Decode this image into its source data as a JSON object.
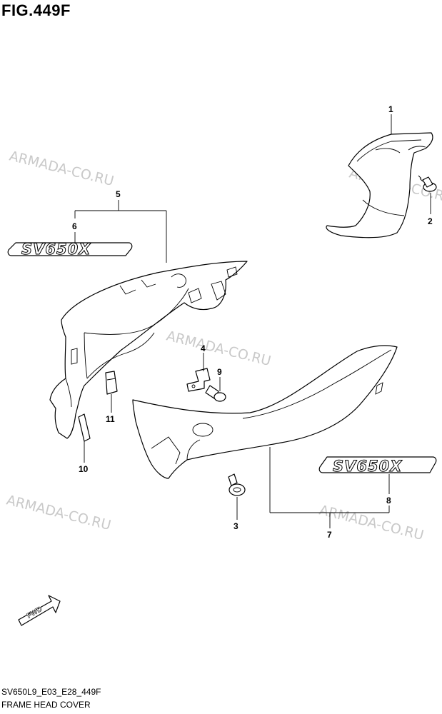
{
  "figure": {
    "title": "FIG.449F",
    "model_code": "SV650L9_E03_E28_449F",
    "section_name": "FRAME HEAD COVER"
  },
  "watermark": "ARMADA-CO.RU",
  "emblem_text": "SV650X",
  "fwd_label": "FWD",
  "callouts": {
    "c1": "1",
    "c2": "2",
    "c3": "3",
    "c4": "4",
    "c5": "5",
    "c6": "6",
    "c7": "7",
    "c8": "8",
    "c9": "9",
    "c10": "10",
    "c11": "11"
  }
}
